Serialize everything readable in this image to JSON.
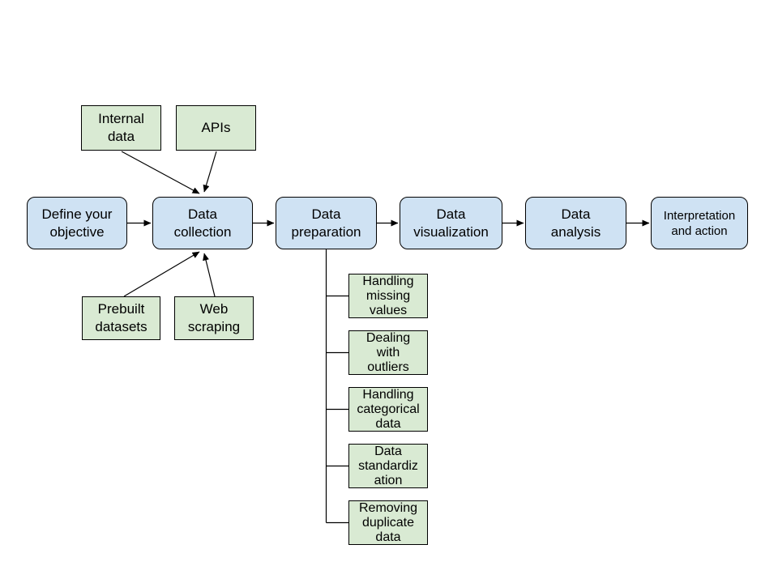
{
  "colors": {
    "process_fill": "#cfe2f3",
    "source_fill": "#d9ead3",
    "border": "#000000",
    "connector": "#000000",
    "background": "#ffffff",
    "text": "#000000"
  },
  "flow": {
    "steps": [
      {
        "id": "define-objective",
        "label": "Define your\nobjective"
      },
      {
        "id": "data-collection",
        "label": "Data\ncollection"
      },
      {
        "id": "data-preparation",
        "label": "Data\npreparation"
      },
      {
        "id": "data-visualization",
        "label": "Data\nvisualization"
      },
      {
        "id": "data-analysis",
        "label": "Data\nanalysis"
      },
      {
        "id": "interpretation-action",
        "label": "Interpretation\nand action"
      }
    ]
  },
  "sources": {
    "top": [
      {
        "id": "internal-data",
        "label": "Internal\ndata"
      },
      {
        "id": "apis",
        "label": "APIs"
      }
    ],
    "bottom": [
      {
        "id": "prebuilt-datasets",
        "label": "Prebuilt\ndatasets"
      },
      {
        "id": "web-scraping",
        "label": "Web\nscraping"
      }
    ]
  },
  "preparation": {
    "steps": [
      {
        "id": "handling-missing-values",
        "label": "Handling\nmissing\nvalues"
      },
      {
        "id": "dealing-with-outliers",
        "label": "Dealing\nwith\noutliers"
      },
      {
        "id": "handling-categorical-data",
        "label": "Handling\ncategorical\ndata"
      },
      {
        "id": "data-standardization",
        "label": "Data\nstandardiz\nation"
      },
      {
        "id": "removing-duplicate-data",
        "label": "Removing\nduplicate\ndata"
      }
    ]
  }
}
